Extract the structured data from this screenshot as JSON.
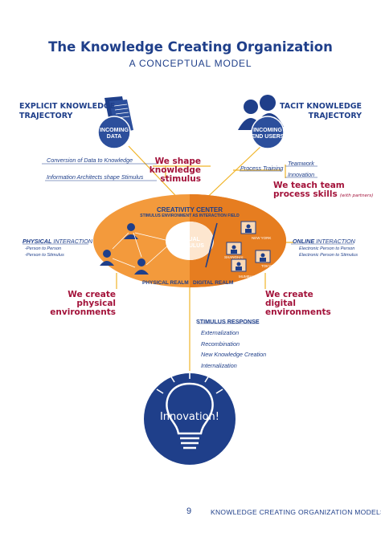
{
  "header": {
    "title": "The Knowledge Creating Organization",
    "subtitle": "A CONCEPTUAL MODEL"
  },
  "explicit": {
    "heading_line1": "EXPLICIT KNOWLEDGE",
    "heading_line2": "TRAJECTORY",
    "icon_label_line1": "INCOMING",
    "icon_label_line2": "DATA",
    "items": [
      "Conversion of Data to Knowledge",
      "Information Architects shape Stimulus"
    ],
    "statement": [
      "We shape",
      "knowledge",
      "stimulus"
    ]
  },
  "tacit": {
    "heading_line1": "TACIT KNOWLEDGE",
    "heading_line2": "TRAJECTORY",
    "icon_label_line1": "INCOMING",
    "icon_label_line2": "END USERS",
    "items": [
      "Teamwork",
      "Innovation"
    ],
    "training": "Process Training",
    "statement": [
      "We teach team",
      "process skills"
    ],
    "statement_note": "(with partners)"
  },
  "center": {
    "title": "CREATIVITY CENTER",
    "subtitle": "STIMULUS ENVIRONMENT AS INTERACTION FIELD",
    "visual_line1": "VISUAL",
    "visual_line2": "STIMULUS",
    "physical_realm": "PHYSICAL REALM",
    "digital_realm": "DIGITAL REALM",
    "location_1": "NEW YORK",
    "location_2": "MUMBAI",
    "location_3": "SHANGHAI",
    "location_4": "TOKYO"
  },
  "physical": {
    "label_strong": "PHYSICAL",
    "label_rest": " INTERACTION",
    "items": [
      "-Person to Person",
      "-Person to Stimulus"
    ],
    "statement": [
      "We create",
      "physical",
      "environments"
    ]
  },
  "online": {
    "label_strong": "ONLINE",
    "label_rest": " INTERACTION",
    "items": [
      "Electronic Person to Person",
      "Electronic Person to Stimulus"
    ],
    "statement": [
      "We create",
      "digital",
      "environments"
    ]
  },
  "response": {
    "heading": "STIMULUS RESPONSE",
    "items": [
      "Externalization",
      "Recombination",
      "New Knowledge Creation",
      "Internalization"
    ]
  },
  "innovation": {
    "label": "Innovation!"
  },
  "footer": {
    "page": "9",
    "text": "KNOWLEDGE CREATING ORGANIZATION MODELS"
  },
  "colors": {
    "navy": "#1f3f8a",
    "orange": "#f39a3c",
    "orange_dark": "#e67d20",
    "crimson": "#a3123a",
    "gold_line": "#f0b428",
    "bulb_blue": "#2c4f9c"
  },
  "icons": [
    "document-icon",
    "people-icon",
    "person-icon",
    "screen-person-icon",
    "lightbulb-icon"
  ]
}
